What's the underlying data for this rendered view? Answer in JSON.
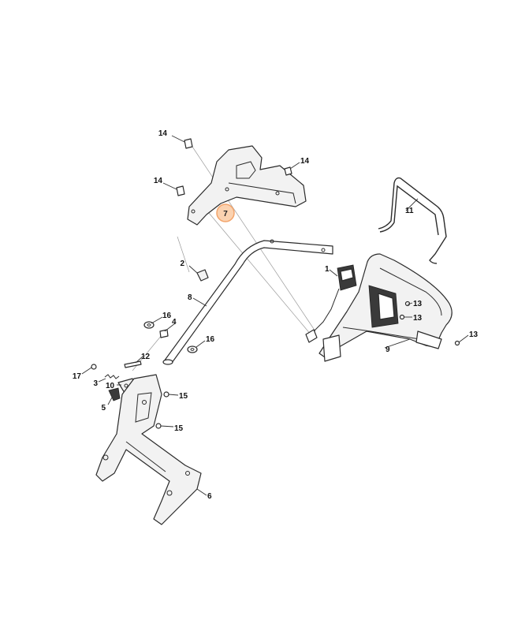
{
  "diagram": {
    "highlight_color": "#f3a46b",
    "highlight_fill": "#fbd2b0",
    "callouts": {
      "c1": "1",
      "c2": "2",
      "c3": "3",
      "c4": "4",
      "c5": "5",
      "c6": "6",
      "c7": "7",
      "c8": "8",
      "c9": "9",
      "c10": "10",
      "c11": "11",
      "c12": "12",
      "c13a": "13",
      "c13b": "13",
      "c13c": "13",
      "c14a": "14",
      "c14b": "14",
      "c14c": "14",
      "c15a": "15",
      "c15b": "15",
      "c16a": "16",
      "c16b": "16",
      "c17": "17"
    }
  }
}
